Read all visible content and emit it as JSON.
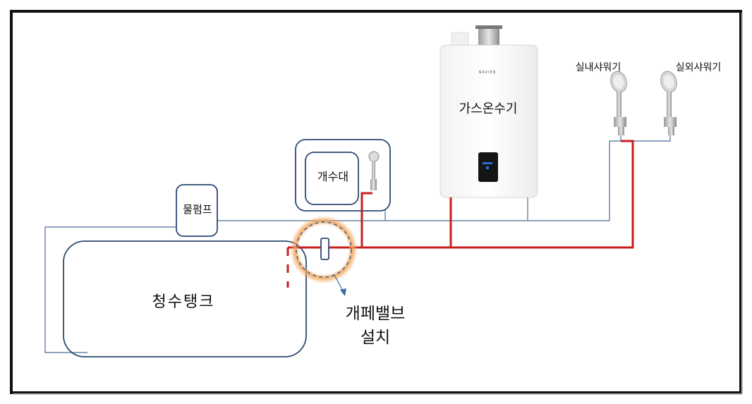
{
  "diagram": {
    "pump": {
      "label": "물펌프"
    },
    "sink": {
      "label": "개수대"
    },
    "tank": {
      "label": "청수탱크"
    },
    "heater": {
      "label": "가스온수기",
      "brand": "NAVIEN"
    },
    "indoor_shower": {
      "label": "실내샤워기"
    },
    "outdoor_shower": {
      "label": "실외샤워기"
    },
    "valve_note": {
      "label": "개페밸브\n설치"
    }
  },
  "colors": {
    "cold_line": "#4a6d96",
    "hot_line": "#c81e1e",
    "box_outline": "#2d4a70",
    "highlight_glow": "#f3a65c",
    "frame_border": "#111111"
  }
}
